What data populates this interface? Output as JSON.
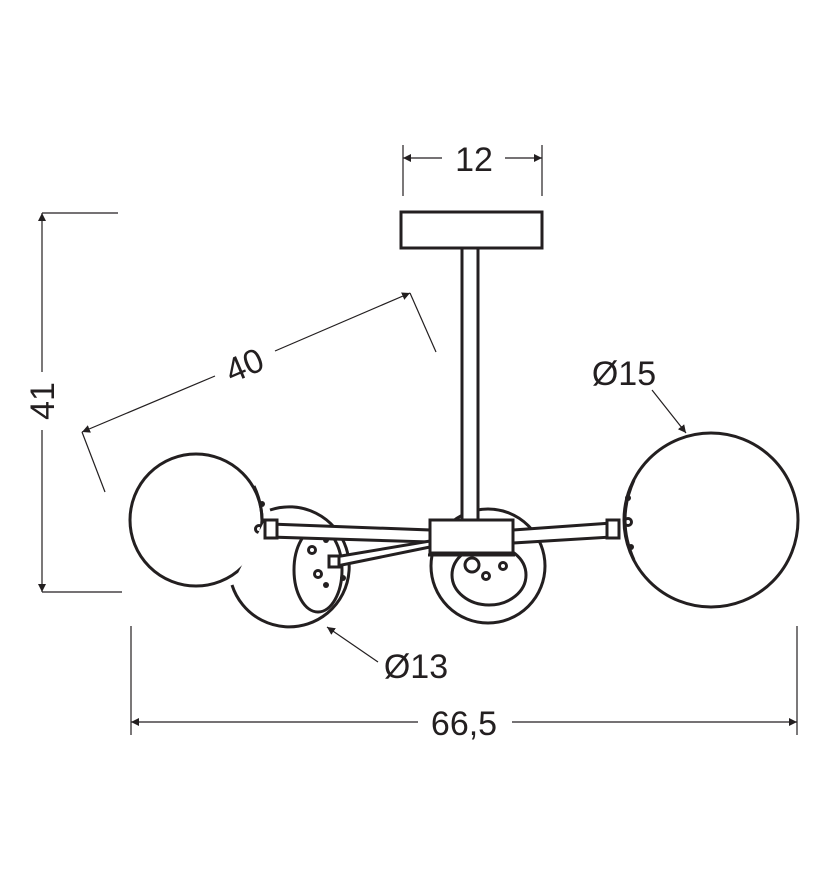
{
  "dimensions": {
    "canopy_width": "12",
    "height": "41",
    "arm_length": "40",
    "large_globe_diameter": "Ø15",
    "small_globe_diameter": "Ø13",
    "total_width": "66,5"
  },
  "colors": {
    "line": "#231f20",
    "background": "#ffffff"
  }
}
